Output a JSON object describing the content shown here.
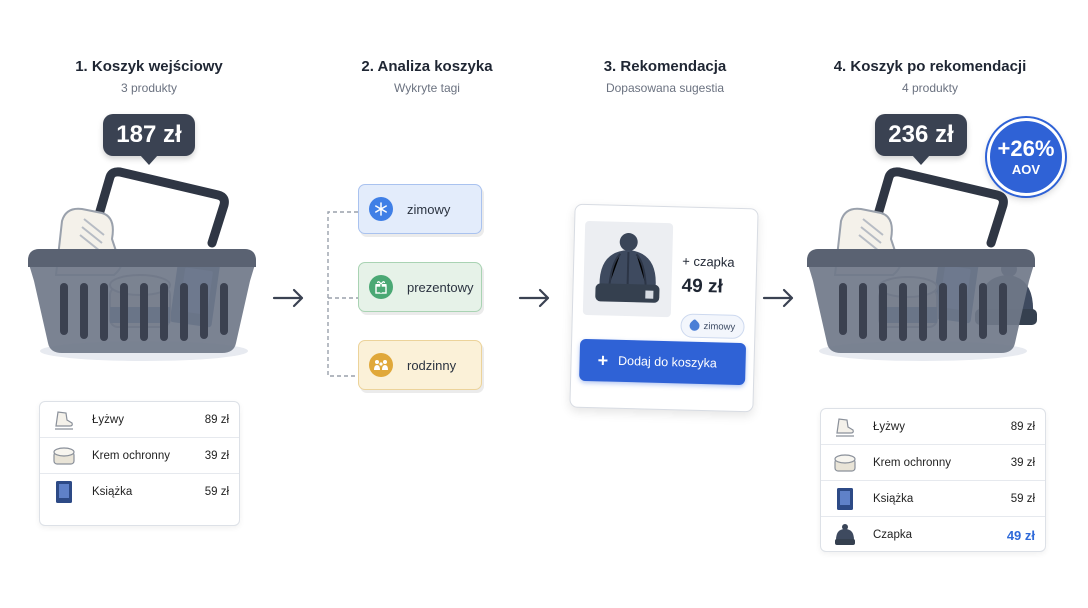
{
  "steps": [
    {
      "title": "1. Koszyk wejściowy",
      "subtitle": "3 produkty"
    },
    {
      "title": "2. Analiza koszyka",
      "subtitle": "Wykryte tagi"
    },
    {
      "title": "3. Rekomendacja",
      "subtitle": "Dopasowana sugestia"
    },
    {
      "title": "4. Koszyk po rekomendacji",
      "subtitle": "4 produkty"
    }
  ],
  "cart_before": {
    "total": "187 zł",
    "items": [
      {
        "icon": "skate-icon",
        "name": "Łyżwy",
        "price": "89 zł"
      },
      {
        "icon": "cream-jar-icon",
        "name": "Krem ochronny",
        "price": "39 zł"
      },
      {
        "icon": "book-icon",
        "name": "Książka",
        "price": "59 zł"
      }
    ]
  },
  "tags": [
    {
      "icon": "snowflake-icon",
      "label": "zimowy",
      "color": "#3f7fe6"
    },
    {
      "icon": "gift-icon",
      "label": "prezentowy",
      "color": "#4aa874"
    },
    {
      "icon": "family-icon",
      "label": "rodzinny",
      "color": "#e0a83a"
    }
  ],
  "recommendation": {
    "name": "+ czapka",
    "price": "49 zł",
    "tag": "zimowy",
    "button_label": "Dodaj do koszyka",
    "button_icon": "plus-icon"
  },
  "cart_after": {
    "total": "236 zł",
    "uplift": "+26%",
    "uplift_label": "AOV",
    "items": [
      {
        "icon": "skate-icon",
        "name": "Łyżwy",
        "price": "89 zł"
      },
      {
        "icon": "cream-jar-icon",
        "name": "Krem ochronny",
        "price": "39 zł"
      },
      {
        "icon": "book-icon",
        "name": "Książka",
        "price": "59 zł"
      },
      {
        "icon": "beanie-icon",
        "name": "Czapka",
        "price": "49 zł"
      }
    ]
  },
  "colors": {
    "accent": "#2f62d6",
    "dark": "#3a4252",
    "basket": "#6f7786"
  }
}
